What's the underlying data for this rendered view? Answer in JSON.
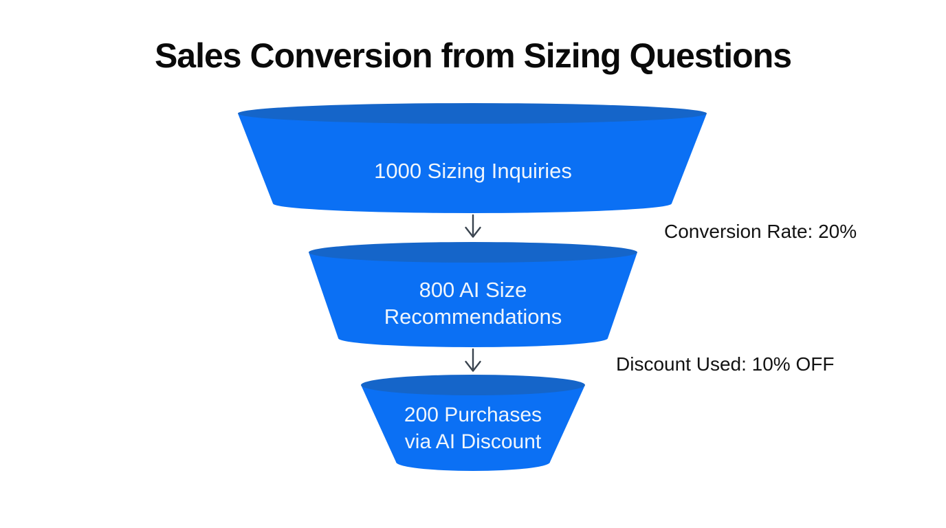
{
  "title": "Sales Conversion from Sizing Questions",
  "colors": {
    "background": "#FFFFFF",
    "funnel_body": "#0B70F4",
    "funnel_top": "#1565C9",
    "stage_text": "#EFF5FC",
    "annotation_text": "#121212",
    "title_text": "#0A0A0A",
    "arrow": "#39434E"
  },
  "funnel": {
    "stages": [
      {
        "label": "1000 Sizing Inquiries",
        "value": 1000
      },
      {
        "label": "800 AI Size\nRecommendations",
        "value": 800
      },
      {
        "label": "200 Purchases\nvia AI Discount",
        "value": 200
      }
    ]
  },
  "annotations": {
    "conversion_rate": "Conversion Rate: 20%",
    "discount_used": "Discount Used: 10% OFF"
  },
  "chart_data": {
    "type": "funnel",
    "title": "Sales Conversion from Sizing Questions",
    "stages": [
      "Sizing Inquiries",
      "AI Size Recommendations",
      "Purchases via AI Discount"
    ],
    "values": [
      1000,
      800,
      200
    ],
    "stage_labels": [
      "1000 Sizing Inquiries",
      "800 AI Size Recommendations",
      "200 Purchases via AI Discount"
    ],
    "annotations": [
      {
        "between_stages": [
          1,
          2
        ],
        "text": "Conversion Rate: 20%"
      },
      {
        "between_stages": [
          2,
          3
        ],
        "text": "Discount Used: 10% OFF"
      }
    ],
    "orientation": "vertical",
    "legend": false,
    "grid": false
  }
}
